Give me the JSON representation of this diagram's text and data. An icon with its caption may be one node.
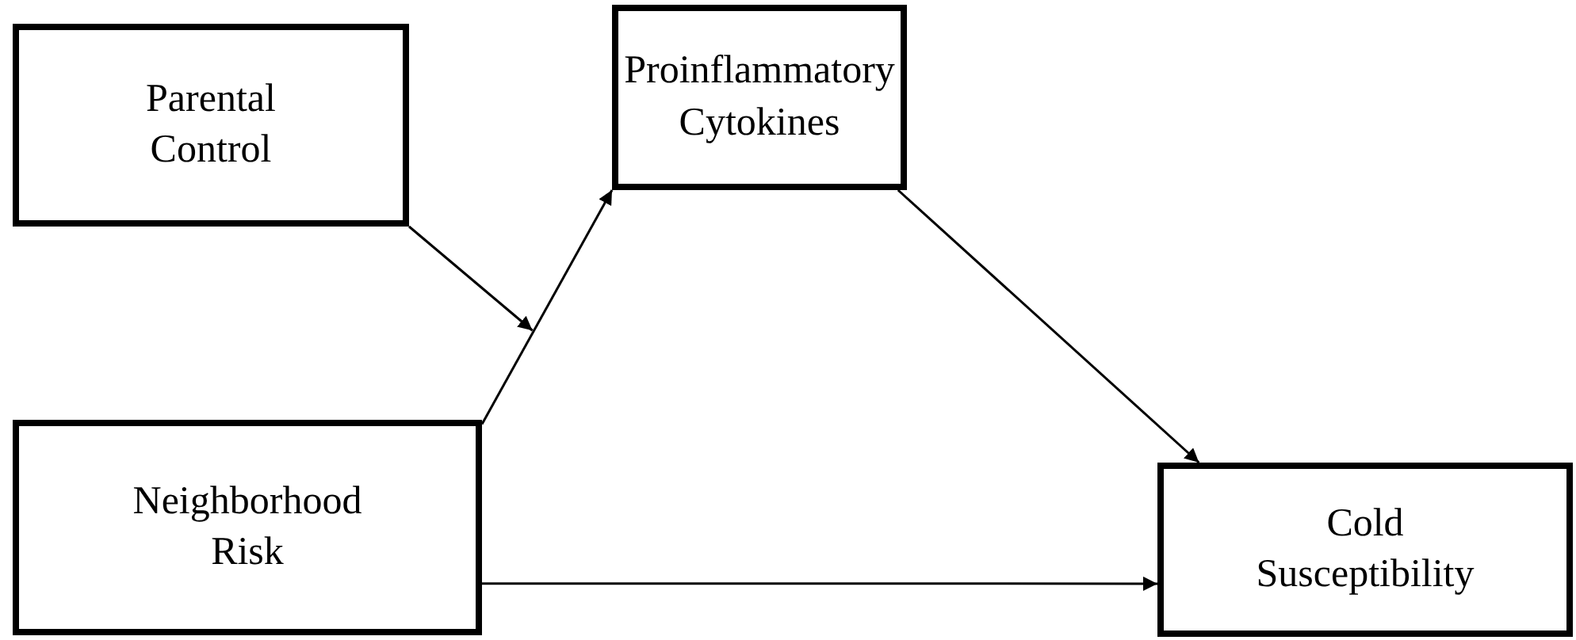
{
  "diagram": {
    "nodes": [
      {
        "text": [
          "Parental Control"
        ]
      },
      {
        "text": [
          "Proinflammatory Cytokines"
        ]
      },
      {
        "text": [
          "Neighborhood Risk"
        ]
      },
      {
        "text": [
          "Cold Susceptibility"
        ]
      }
    ],
    "edges": [
      {
        "from": 2,
        "to": 1,
        "arrow": "to"
      },
      {
        "from": 1,
        "to": 3,
        "arrow": "to"
      },
      {
        "from": 2,
        "to": 3,
        "arrow": "to"
      },
      {
        "from": 0,
        "to": null,
        "arrow": "to"
      }
    ]
  }
}
